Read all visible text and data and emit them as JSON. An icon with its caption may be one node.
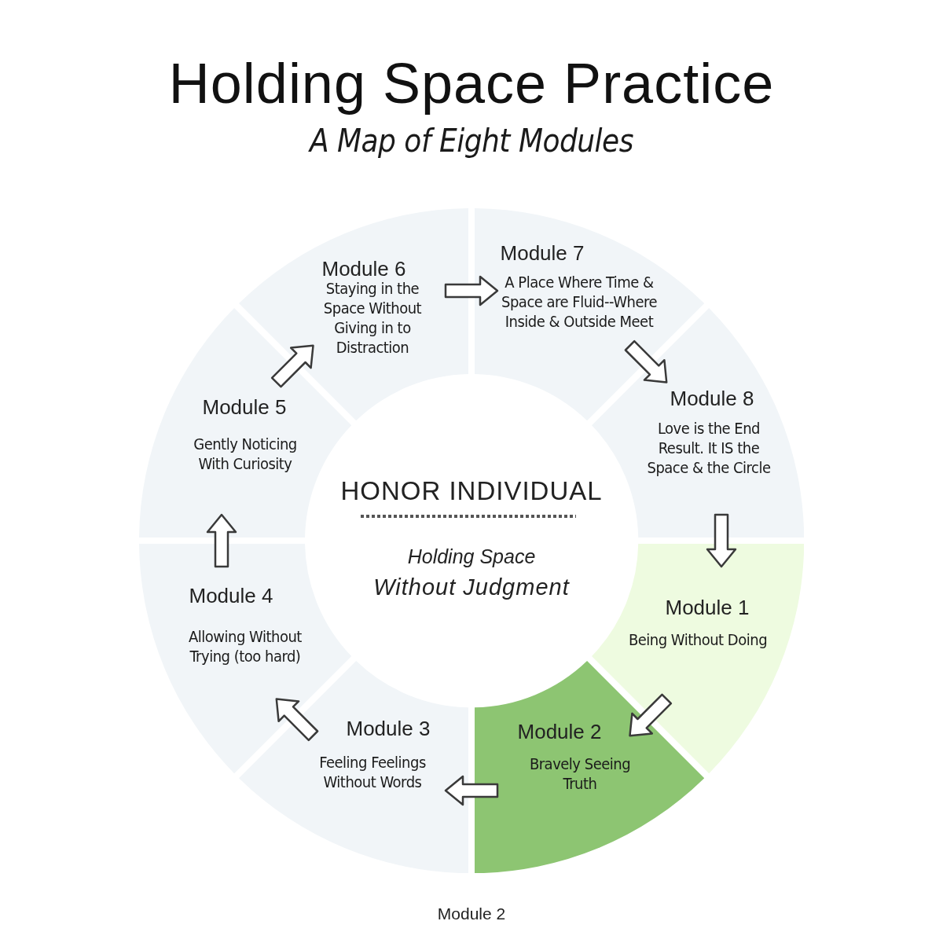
{
  "diagram": {
    "title": "Holding Space Practice",
    "caption": "Module 2",
    "nodes": [
      {
        "text": [
          "HONOR INDIVIDUAL",
          "Holding Space",
          "Without Judgment"
        ]
      },
      {
        "text": [
          "Module 1",
          "Being Without Doing"
        ]
      },
      {
        "text": [
          "Module 2",
          "Bravely Seeing Truth"
        ]
      },
      {
        "text": [
          "Module 3",
          "Feeling Feelings Without Words"
        ]
      },
      {
        "text": [
          "Module 4",
          "Allowing Without Trying (too hard)"
        ]
      },
      {
        "text": [
          "Module 5",
          "Gently Noticing With Curiosity"
        ]
      },
      {
        "text": [
          "Module 6",
          "Staying in the Space Without Giving in to Distraction"
        ]
      },
      {
        "text": [
          "Module 7",
          "A Place Where Time & Space are Fluid--Where Inside & Outside Meet"
        ]
      },
      {
        "text": [
          "Module 8",
          "Love is the End Result. It IS the Space & the Circle"
        ]
      }
    ],
    "edges": [
      {
        "from": 1,
        "to": 2,
        "arrow": "to"
      },
      {
        "from": 2,
        "to": 3,
        "arrow": "to"
      },
      {
        "from": 3,
        "to": 4,
        "arrow": "to"
      },
      {
        "from": 4,
        "to": 5,
        "arrow": "to"
      },
      {
        "from": 5,
        "to": 6,
        "arrow": "to"
      },
      {
        "from": 6,
        "to": 7,
        "arrow": "to"
      },
      {
        "from": 7,
        "to": 8,
        "arrow": "to"
      },
      {
        "from": 8,
        "to": 1,
        "arrow": "to"
      }
    ],
    "labels": [
      "A Map of Eight Modules"
    ]
  }
}
